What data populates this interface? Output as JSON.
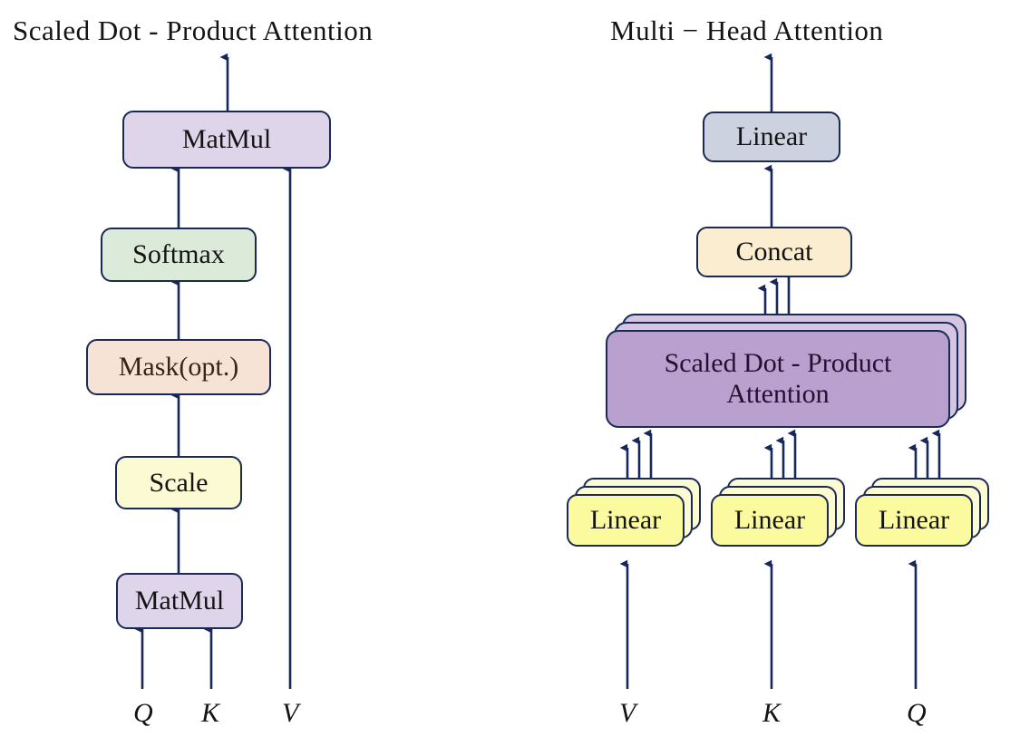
{
  "figure": {
    "kind": "diagram",
    "background": "#ffffff"
  },
  "panels": {
    "left": {
      "title": "Scaled  Dot - Product  Attention",
      "nodes": [
        {
          "id": "matmul-top",
          "label": "MatMul",
          "fill": "#ded5ea",
          "text_color": "#141414"
        },
        {
          "id": "softmax",
          "label": "Softmax",
          "fill": "#dcead9",
          "text_color": "#141414"
        },
        {
          "id": "mask",
          "label": "Mask(opt.)",
          "fill": "#f7e3d6",
          "text_color": "#3b2416"
        },
        {
          "id": "scale",
          "label": "Scale",
          "fill": "#fbfad3",
          "text_color": "#141414"
        },
        {
          "id": "matmul-bot",
          "label": "MatMul",
          "fill": "#ded5ea",
          "text_color": "#141414"
        }
      ],
      "inputs": [
        {
          "id": "q",
          "label": "Q"
        },
        {
          "id": "k",
          "label": "K"
        },
        {
          "id": "v",
          "label": "V"
        }
      ]
    },
    "right": {
      "title": "Multi − Head  Attention",
      "nodes": [
        {
          "id": "linear-top",
          "label": "Linear",
          "fill": "#ccd2e0",
          "text_color": "#141414"
        },
        {
          "id": "concat",
          "label": "Concat",
          "fill": "#fbeed0",
          "text_color": "#141414"
        },
        {
          "id": "sdpa",
          "label_line1": "Scaled  Dot - Product",
          "label_line2": "Attention",
          "fill": "#b9a0ce",
          "fill_back": "#d4c6e2",
          "text_color": "#231032",
          "stack_count": 3
        },
        {
          "id": "linear-v",
          "label": "Linear",
          "fill": "#fbfa9e",
          "fill_back": "#fcfbd2",
          "text_color": "#141414",
          "stack_count": 3
        },
        {
          "id": "linear-k",
          "label": "Linear",
          "fill": "#fbfa9e",
          "fill_back": "#fcfbd2",
          "text_color": "#141414",
          "stack_count": 3
        },
        {
          "id": "linear-q",
          "label": "Linear",
          "fill": "#fbfa9e",
          "fill_back": "#fcfbd2",
          "text_color": "#141414",
          "stack_count": 3
        }
      ],
      "inputs": [
        {
          "id": "v",
          "label": "V"
        },
        {
          "id": "k",
          "label": "K"
        },
        {
          "id": "q",
          "label": "Q"
        }
      ]
    }
  },
  "style": {
    "arrow_color": "#16275a",
    "border_color": "#1b2a55",
    "title_color": "#141414"
  }
}
